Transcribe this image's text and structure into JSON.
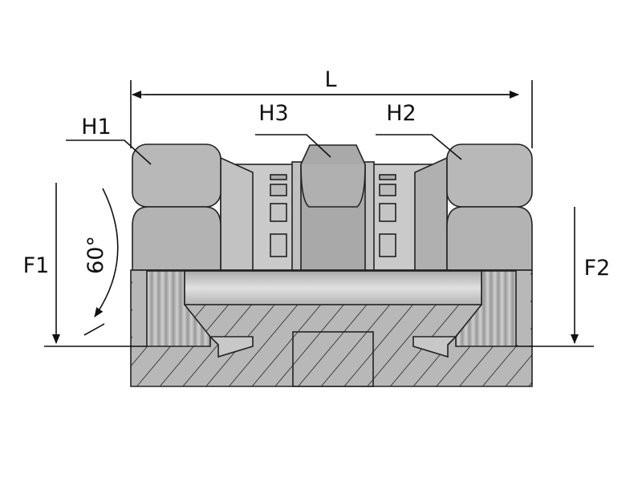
{
  "labels": {
    "L": "L",
    "H1": "H1",
    "H2": "H2",
    "H3": "H3",
    "F1": "F1",
    "F2": "F2",
    "angle": "60°"
  },
  "colors": {
    "body": "#b9b9b9",
    "dark": "#a8a8a8",
    "light": "#cfcfcf",
    "line": "#222222"
  }
}
